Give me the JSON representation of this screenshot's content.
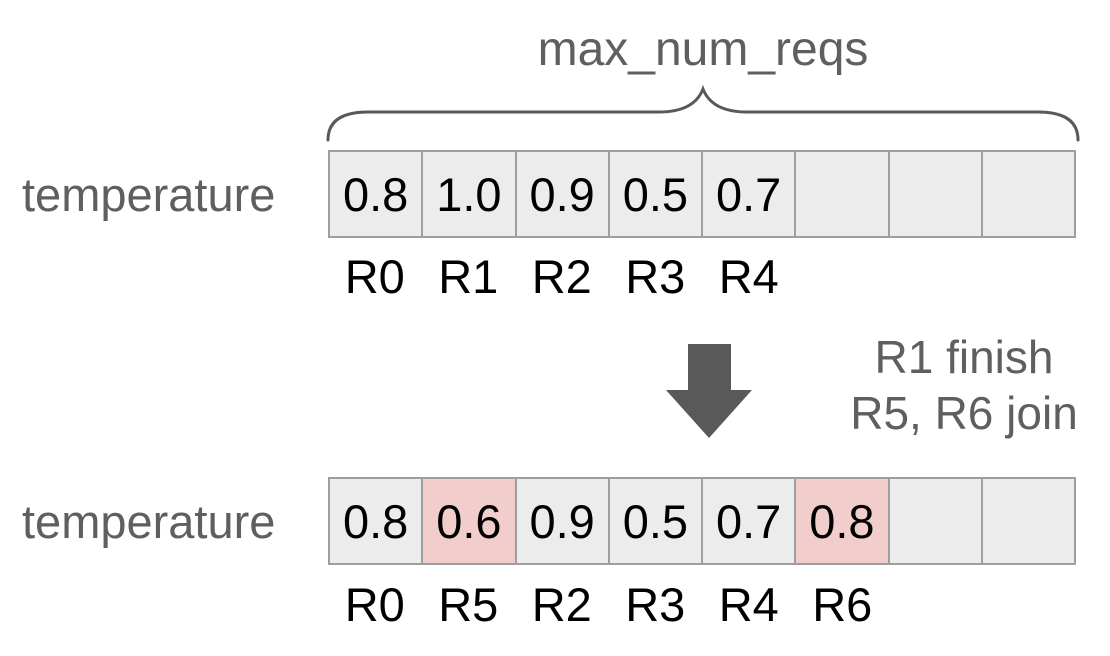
{
  "header": {
    "brace_label": "max_num_reqs"
  },
  "colors": {
    "cell_background": "#ececec",
    "cell_highlight": "#f1cecb",
    "cell_border": "#9e9e9e",
    "muted_text": "#5f5f5f",
    "value_text": "#000000",
    "arrow": "#595959"
  },
  "before": {
    "row_label": "temperature",
    "cells": [
      {
        "value": "0.8",
        "highlight": false
      },
      {
        "value": "1.0",
        "highlight": false
      },
      {
        "value": "0.9",
        "highlight": false
      },
      {
        "value": "0.5",
        "highlight": false
      },
      {
        "value": "0.7",
        "highlight": false
      },
      {
        "value": "",
        "highlight": false
      },
      {
        "value": "",
        "highlight": false
      },
      {
        "value": "",
        "highlight": false
      }
    ],
    "req_labels": [
      "R0",
      "R1",
      "R2",
      "R3",
      "R4",
      "",
      "",
      ""
    ]
  },
  "transition": {
    "line1": "R1 finish",
    "line2": "R5, R6 join"
  },
  "after": {
    "row_label": "temperature",
    "cells": [
      {
        "value": "0.8",
        "highlight": false
      },
      {
        "value": "0.6",
        "highlight": true
      },
      {
        "value": "0.9",
        "highlight": false
      },
      {
        "value": "0.5",
        "highlight": false
      },
      {
        "value": "0.7",
        "highlight": false
      },
      {
        "value": "0.8",
        "highlight": true
      },
      {
        "value": "",
        "highlight": false
      },
      {
        "value": "",
        "highlight": false
      }
    ],
    "req_labels": [
      "R0",
      "R5",
      "R2",
      "R3",
      "R4",
      "R6",
      "",
      ""
    ]
  }
}
